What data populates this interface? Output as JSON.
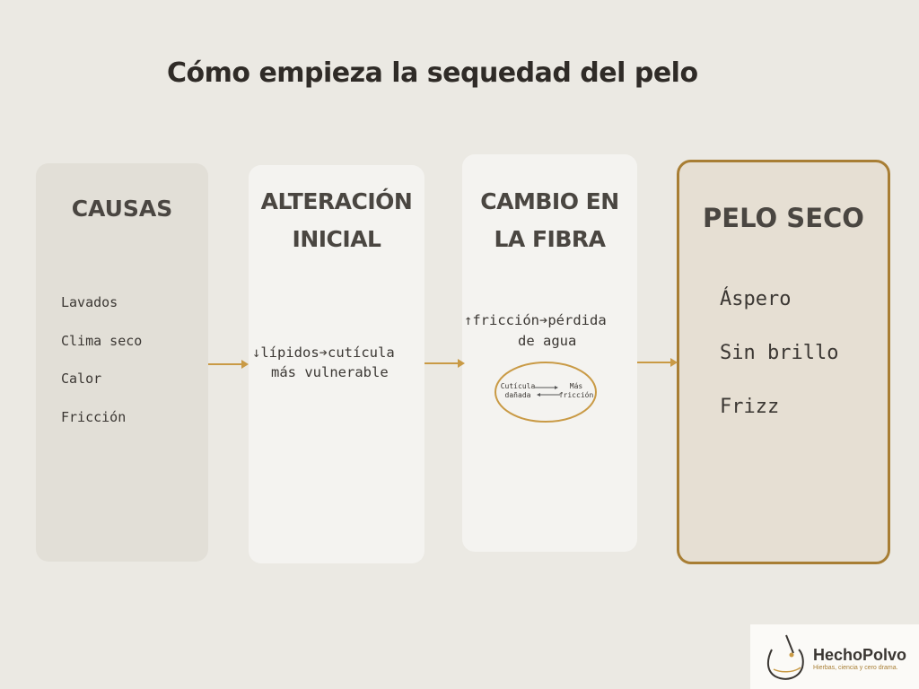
{
  "title": "Cómo empieza la sequedad del pelo",
  "columns": [
    {
      "heading": "CAUSAS",
      "items": [
        "Lavados",
        "Clima seco",
        "Calor",
        "Fricción"
      ]
    },
    {
      "heading": "ALTERACIÓN\nINICIAL",
      "line1_arrow": "↓",
      "line1_a": "lípidos",
      "line1_arrow2": "➔",
      "line1_b": "cutícula",
      "line2": "más vulnerable"
    },
    {
      "heading": "CAMBIO EN\nLA FIBRA",
      "line1_arrow": "↑",
      "line1_a": "fricción",
      "line1_arrow2": "➔",
      "line1_b": "pérdida",
      "line2": "de agua",
      "cycle": {
        "left_label": "Cutícula\ndañada",
        "right_label": "Más\nfricción"
      }
    },
    {
      "heading": "PELO SECO",
      "items": [
        "Áspero",
        "Sin brillo",
        "Frizz"
      ]
    }
  ],
  "logo": {
    "name": "HechoPolvo",
    "tagline": "Hierbas, ciencia y cero drama."
  },
  "colors": {
    "background": "#ebe9e3",
    "accent": "#c99a45",
    "result_border": "#a87e34"
  }
}
